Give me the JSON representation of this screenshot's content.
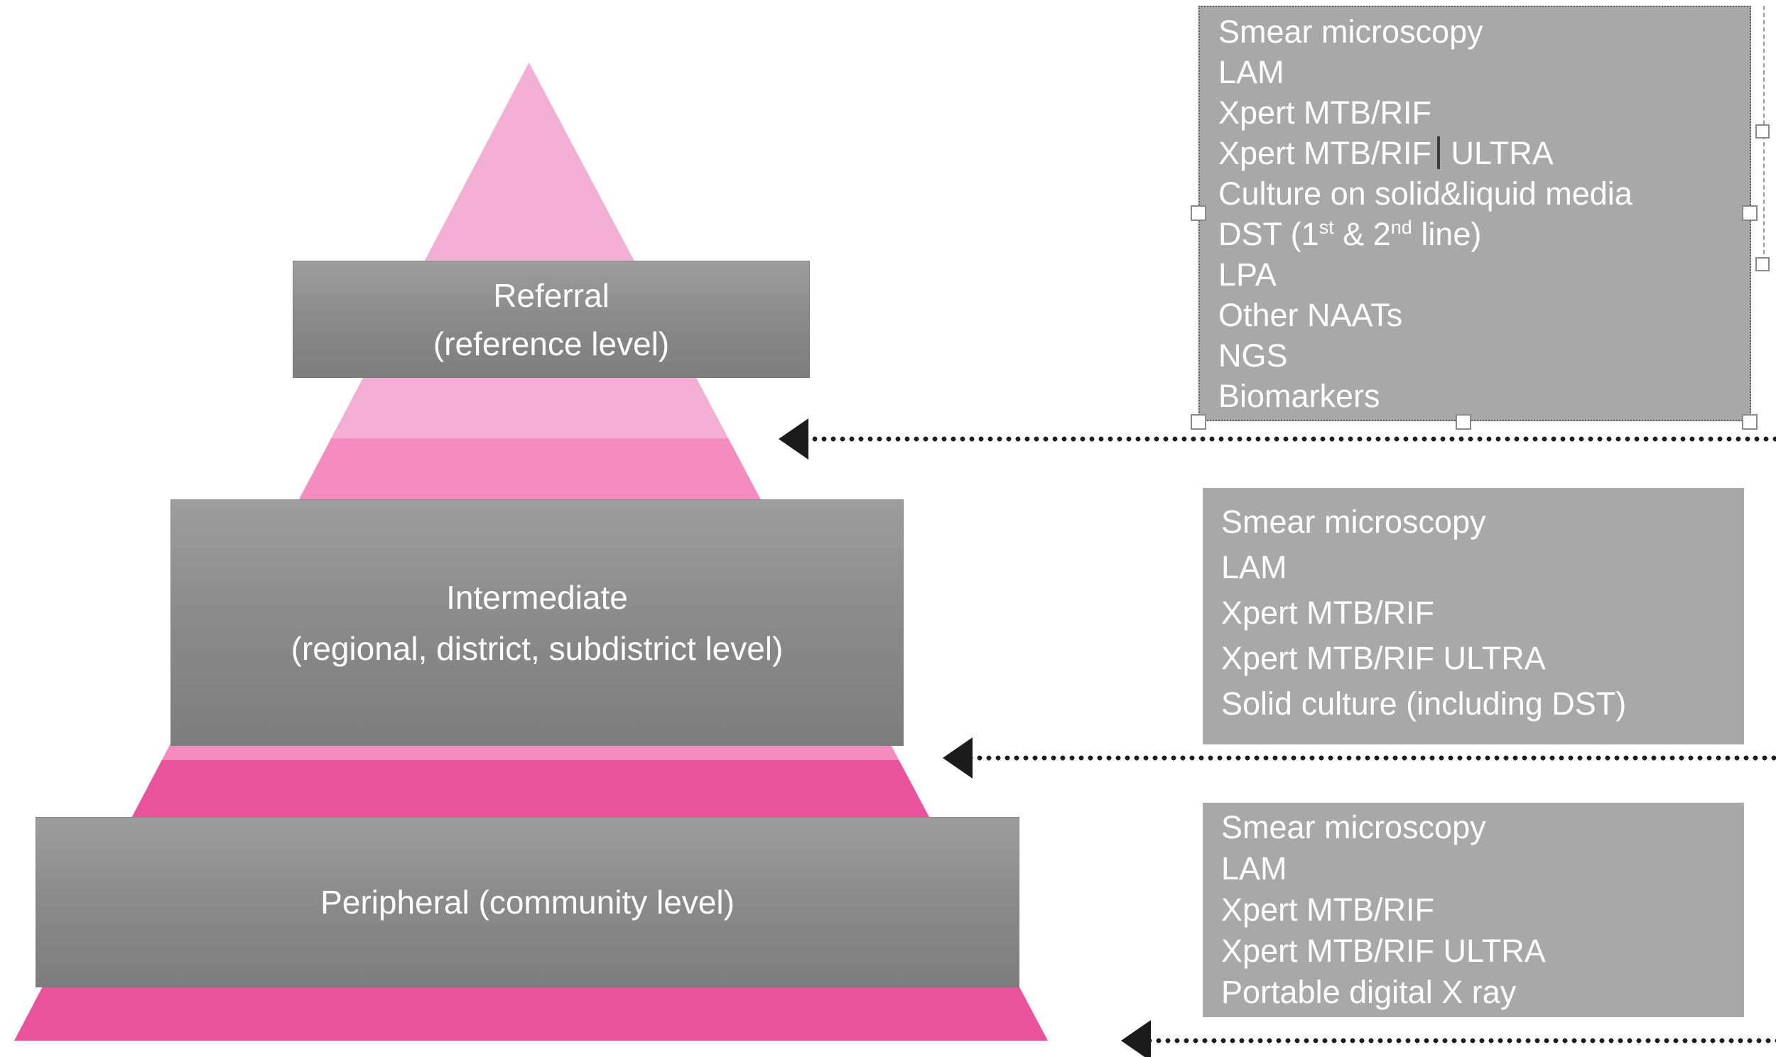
{
  "figure": {
    "description_colors": {
      "pyramid_top_pink": "#f3aed3",
      "pyramid_middle_pink": "#f58cc0",
      "pyramid_bottom_pink": "#ea529b",
      "level_box_gray": "#8a8a8a",
      "test_box_gray": "#a8a8a8",
      "text_white": "#ffffff",
      "arrow_black": "#1b1b1b"
    }
  },
  "pyramid": {
    "levels": [
      {
        "name": "referral",
        "line1": "Referral",
        "line2": "(reference level)"
      },
      {
        "name": "intermediate",
        "line1": "Intermediate",
        "line2": "(regional, district, subdistrict level)"
      },
      {
        "name": "peripheral",
        "line1": "Peripheral (community level)",
        "line2": ""
      }
    ]
  },
  "test_boxes": [
    {
      "level": "referral",
      "selected": true,
      "items": [
        [
          {
            "t": "Smear microscopy"
          }
        ],
        [
          {
            "t": "LAM"
          }
        ],
        [
          {
            "t": "Xpert MTB/RIF"
          }
        ],
        [
          {
            "t": "Xpert MTB/RIF"
          },
          {
            "caret": true
          },
          {
            "t": " ULTRA"
          }
        ],
        [
          {
            "t": "Culture on solid&liquid media"
          }
        ],
        [
          {
            "t": "DST (1"
          },
          {
            "t": "st",
            "sup": true
          },
          {
            "t": " & 2"
          },
          {
            "t": "nd",
            "sup": true
          },
          {
            "t": " line)"
          }
        ],
        [
          {
            "t": "LPA"
          }
        ],
        [
          {
            "t": "Other NAATs"
          }
        ],
        [
          {
            "t": "NGS"
          }
        ],
        [
          {
            "t": "Biomarkers"
          }
        ]
      ]
    },
    {
      "level": "intermediate",
      "selected": false,
      "items": [
        [
          {
            "t": "Smear microscopy"
          }
        ],
        [
          {
            "t": "LAM"
          }
        ],
        [
          {
            "t": "Xpert MTB/RIF"
          }
        ],
        [
          {
            "t": "Xpert MTB/RIF ULTRA"
          }
        ],
        [
          {
            "t": "Solid culture (including DST)"
          }
        ]
      ]
    },
    {
      "level": "peripheral",
      "selected": false,
      "items": [
        [
          {
            "t": "Smear microscopy"
          }
        ],
        [
          {
            "t": "LAM"
          }
        ],
        [
          {
            "t": "Xpert MTB/RIF"
          }
        ],
        [
          {
            "t": "Xpert MTB/RIF ULTRA"
          }
        ],
        [
          {
            "t": "Portable digital X ray"
          }
        ]
      ]
    }
  ]
}
